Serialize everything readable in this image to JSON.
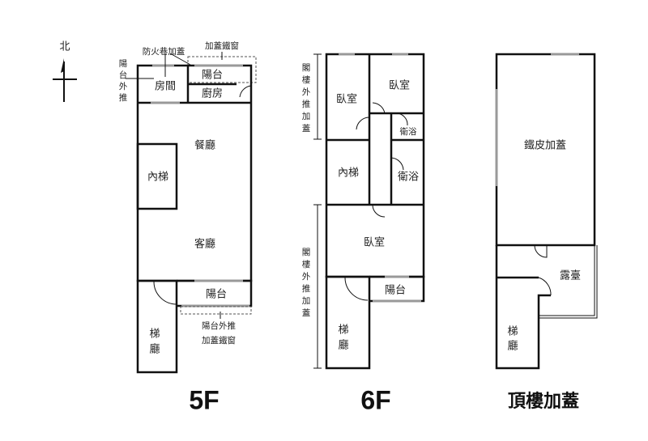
{
  "compass": {
    "north": "北"
  },
  "floor5": {
    "title": "5F",
    "rooms": {
      "room": "房間",
      "balcony_top": "陽台",
      "kitchen": "廚房",
      "dining": "餐廳",
      "inner_stair": "內梯",
      "living": "客廳",
      "balcony_bottom": "陽台",
      "stair_hall": [
        "梯",
        "廳"
      ]
    },
    "notes": {
      "fire_lane": "防火巷加蓋",
      "iron_window_top": "加蓋鐵窗",
      "balcony_push": [
        "陽",
        "台",
        "外",
        "推"
      ],
      "balcony_push_bottom_1": "陽台外推",
      "balcony_push_bottom_2": "加蓋鐵窗"
    }
  },
  "floor6": {
    "title": "6F",
    "rooms": {
      "bedroom_left": "臥室",
      "bedroom_right": "臥室",
      "bath_top": "衛浴",
      "inner_stair": "內梯",
      "bath_mid": "衛浴",
      "bedroom_bottom": "臥室",
      "balcony": "陽台",
      "stair_hall": [
        "梯",
        "廳"
      ]
    },
    "notes": {
      "loft_push": [
        "閣",
        "樓",
        "外",
        "推",
        "加",
        "蓋"
      ]
    }
  },
  "roof": {
    "title": "頂樓加蓋",
    "rooms": {
      "iron_addition": "鐵皮加蓋",
      "terrace": "露臺",
      "stair_hall": [
        "梯",
        "廳"
      ]
    }
  }
}
